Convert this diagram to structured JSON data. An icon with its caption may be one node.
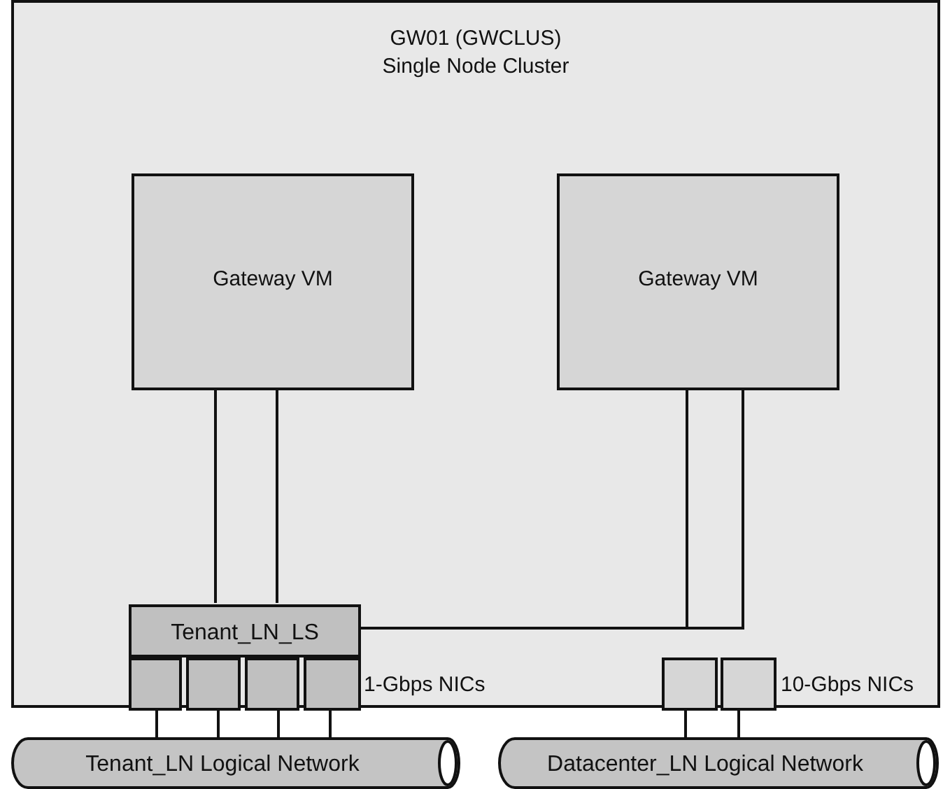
{
  "diagram": {
    "nodes": [
      {
        "text": [
          "GW01 (GWCLUS) Single Node Cluster"
        ]
      },
      {
        "text": [
          "Gateway VM"
        ],
        "in": 0
      },
      {
        "text": [
          "Gateway VM"
        ],
        "in": 0
      },
      {
        "text": [
          "Tenant_LN_LS"
        ],
        "in": 0
      },
      {
        "text": [],
        "shape": "box",
        "in": 0
      },
      {
        "text": [],
        "shape": "box",
        "in": 0
      },
      {
        "text": [],
        "shape": "box",
        "in": 0
      },
      {
        "text": [],
        "shape": "box",
        "in": 0
      },
      {
        "text": [],
        "shape": "box",
        "in": 0
      },
      {
        "text": [],
        "shape": "box",
        "in": 0
      },
      {
        "text": [
          "Tenant_LN Logical Network"
        ]
      },
      {
        "text": [
          "Datacenter_LN Logical Network"
        ]
      }
    ],
    "edges": [
      {
        "from": 1,
        "to": 3,
        "arrow": "none"
      },
      {
        "from": 1,
        "to": 3,
        "arrow": "none"
      },
      {
        "from": 2,
        "to": 3,
        "arrow": "none"
      },
      {
        "from": 2,
        "to": 3,
        "arrow": "none"
      },
      {
        "from": 4,
        "to": 10,
        "arrow": "none"
      },
      {
        "from": 5,
        "to": 10,
        "arrow": "none"
      },
      {
        "from": 6,
        "to": 10,
        "arrow": "none"
      },
      {
        "from": 7,
        "to": 10,
        "arrow": "none"
      },
      {
        "from": 8,
        "to": 11,
        "arrow": "none"
      },
      {
        "from": 9,
        "to": 11,
        "arrow": "none"
      }
    ],
    "labels": [
      "1-Gbps NICs",
      "10-Gbps NICs"
    ]
  }
}
